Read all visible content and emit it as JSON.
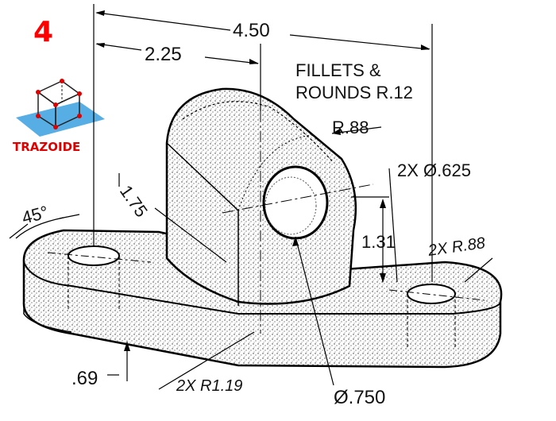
{
  "figure_number": "4",
  "brand": {
    "name": "TRAZOIDE",
    "logo_icon": "cube-on-plane-icon",
    "colors": {
      "red": "#e00000",
      "plane": "#3aa0e0",
      "cube": "#222222"
    }
  },
  "dimensions": {
    "overall_length": "4.50",
    "half_length": "2.25",
    "fillets_line1": "FILLETS &",
    "fillets_line2": "ROUNDS R.12",
    "upright_radius": "R.88",
    "small_holes": "2X Ø.625",
    "upright_height": "1.75",
    "hole_height": "1.31",
    "angle": "45°",
    "base_end_radius": "2X R.88",
    "base_thickness": ".69",
    "base_side_radius": "2X R1.19",
    "big_hole": "Ø.750"
  }
}
